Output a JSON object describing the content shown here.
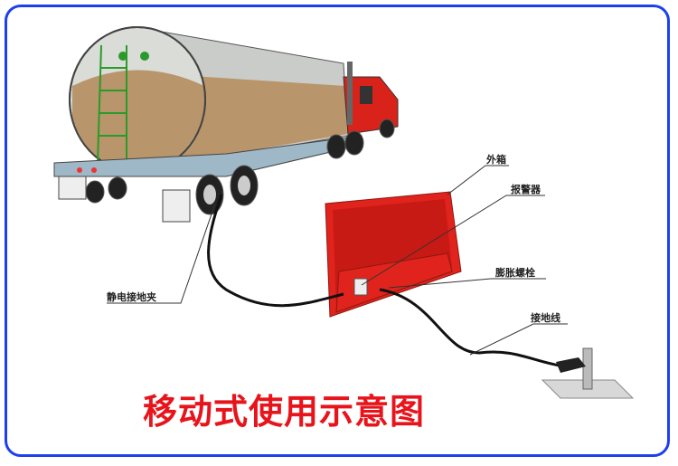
{
  "title": "移动式使用示意图",
  "labels": {
    "outer_box": "外箱",
    "alarm": "报警器",
    "expansion_bolt": "膨胀螺栓",
    "ground_wire": "接地线",
    "static_clamp": "静电接地夹"
  },
  "colors": {
    "frame": "#1d3ff0",
    "title": "#e8141c",
    "box": "#e0231c",
    "tank": "#b8956a"
  }
}
